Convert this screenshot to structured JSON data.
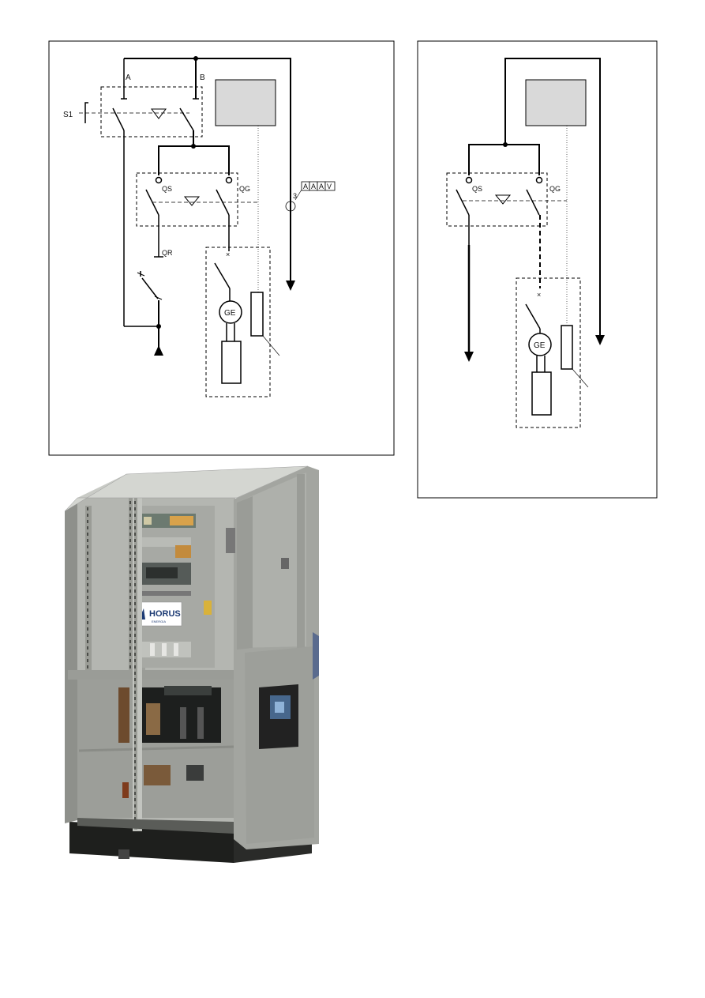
{
  "diagram_left": {
    "supply_a": "A",
    "supply_b": "B",
    "selector": "S1",
    "switch_qs": "QS",
    "switch_qg": "QG",
    "switch_qr": "QR",
    "generator": "GE",
    "meter_labels": [
      "A",
      "A",
      "A",
      "V"
    ],
    "ct_count": "3"
  },
  "diagram_right": {
    "switch_qs": "QS",
    "switch_qg": "QG",
    "generator": "GE"
  },
  "photo": {
    "brand": "HORUS",
    "brand_sub": "ENERGIA"
  }
}
